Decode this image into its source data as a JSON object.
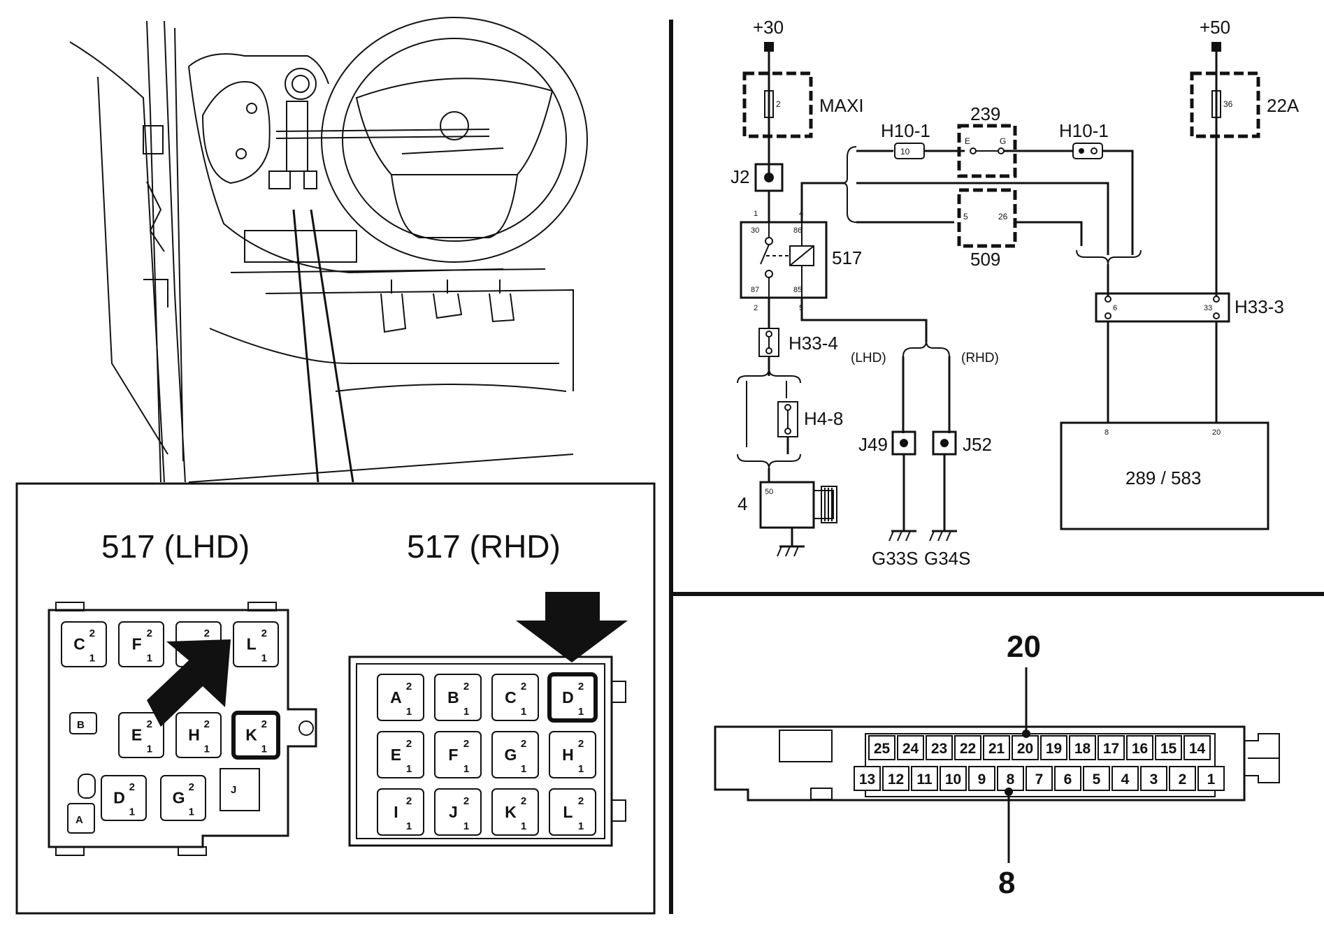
{
  "supplies": {
    "plus30": "+30",
    "plus50": "+50"
  },
  "fuses": {
    "maxi": {
      "name": "MAXI",
      "number": "2"
    },
    "f22a": {
      "name": "22A",
      "number": "36"
    }
  },
  "connectors": {
    "j2": "J2",
    "h10_1_left": "H10-1",
    "h10_1_left_pin": "10",
    "h10_1_right": "H10-1",
    "h33_4": "H33-4",
    "h4_8": "H4-8",
    "h33_3": "H33-3",
    "h33_3_pin_left": "6",
    "h33_3_pin_right": "33",
    "j49": "J49",
    "j52": "J52"
  },
  "relay": {
    "name": "517",
    "pins": {
      "p30": "30",
      "p86": "86",
      "p87": "87",
      "p85": "85",
      "c1": "1",
      "c4": "4",
      "c2": "2",
      "c5": "5"
    }
  },
  "modules": {
    "m239": {
      "name": "239",
      "pin_e": "E",
      "pin_g": "G"
    },
    "m509": {
      "name": "509",
      "pin_5": "5",
      "pin_26": "26"
    },
    "ecu": {
      "name": "289 / 583",
      "pin_8": "8",
      "pin_20": "20"
    },
    "starter": {
      "name": "4",
      "pin": "50"
    }
  },
  "variants": {
    "lhd": "(LHD)",
    "rhd": "(RHD)"
  },
  "grounds": {
    "g33s": "G33S",
    "g34s": "G34S"
  },
  "inset": {
    "lhd_title": "517 (LHD)",
    "rhd_title": "517 (RHD)",
    "pin_top": "2",
    "pin_bottom": "1",
    "lhd_cells": [
      "C",
      "F",
      "",
      "L",
      "E",
      "H",
      "K",
      "D",
      "G"
    ],
    "lhd_extra": [
      "B",
      "A",
      "J"
    ],
    "rhd_cells": [
      "A",
      "B",
      "C",
      "D",
      "E",
      "F",
      "G",
      "H",
      "I",
      "J",
      "K",
      "L"
    ]
  },
  "connector_strip": {
    "callout_top": "20",
    "callout_bottom": "8",
    "top_row": [
      "25",
      "24",
      "23",
      "22",
      "21",
      "20",
      "19",
      "18",
      "17",
      "16",
      "15",
      "14"
    ],
    "bottom_row": [
      "13",
      "12",
      "11",
      "10",
      "9",
      "8",
      "7",
      "6",
      "5",
      "4",
      "3",
      "2",
      "1"
    ]
  }
}
